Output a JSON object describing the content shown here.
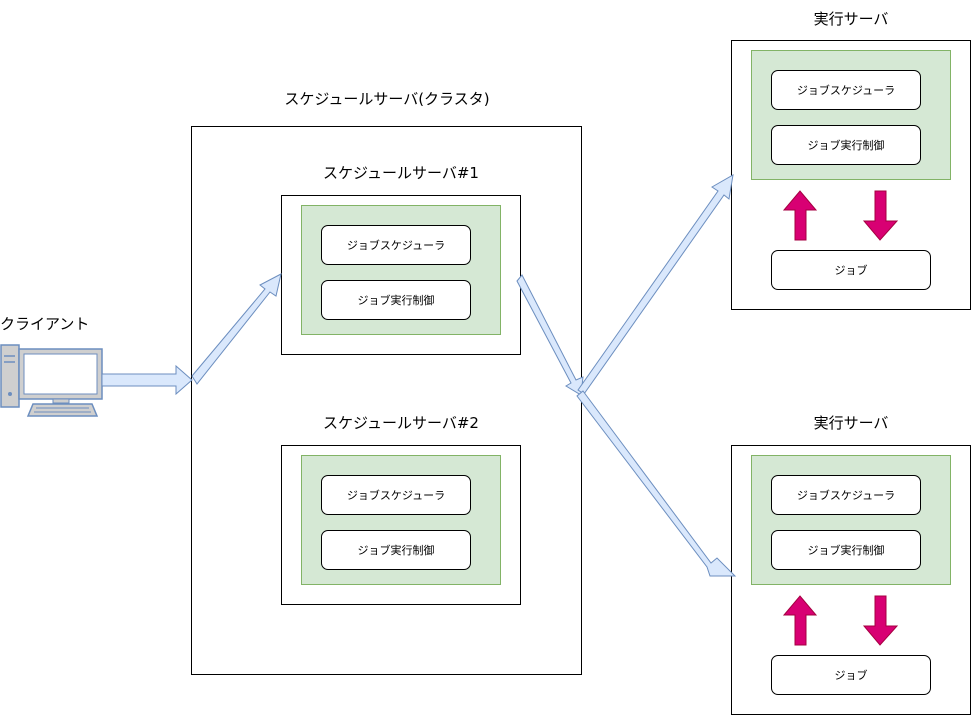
{
  "client": {
    "label": "クライアント"
  },
  "cluster": {
    "label": "スケジュールサーバ(クラスタ)"
  },
  "sched1": {
    "label": "スケジュールサーバ#1",
    "scheduler": "ジョブスケジューラ",
    "control": "ジョブ実行制御"
  },
  "sched2": {
    "label": "スケジュールサーバ#2",
    "scheduler": "ジョブスケジューラ",
    "control": "ジョブ実行制御"
  },
  "exec1": {
    "label": "実行サーバ",
    "scheduler": "ジョブスケジューラ",
    "control": "ジョブ実行制御",
    "job": "ジョブ"
  },
  "exec2": {
    "label": "実行サーバ",
    "scheduler": "ジョブスケジューラ",
    "control": "ジョブ実行制御",
    "job": "ジョブ"
  },
  "colors": {
    "flow_fill": "#dae8fc",
    "flow_stroke": "#6c8ebf",
    "group_fill": "#d5e8d4",
    "group_stroke": "#82b366",
    "job_arrow": "#d80073"
  }
}
